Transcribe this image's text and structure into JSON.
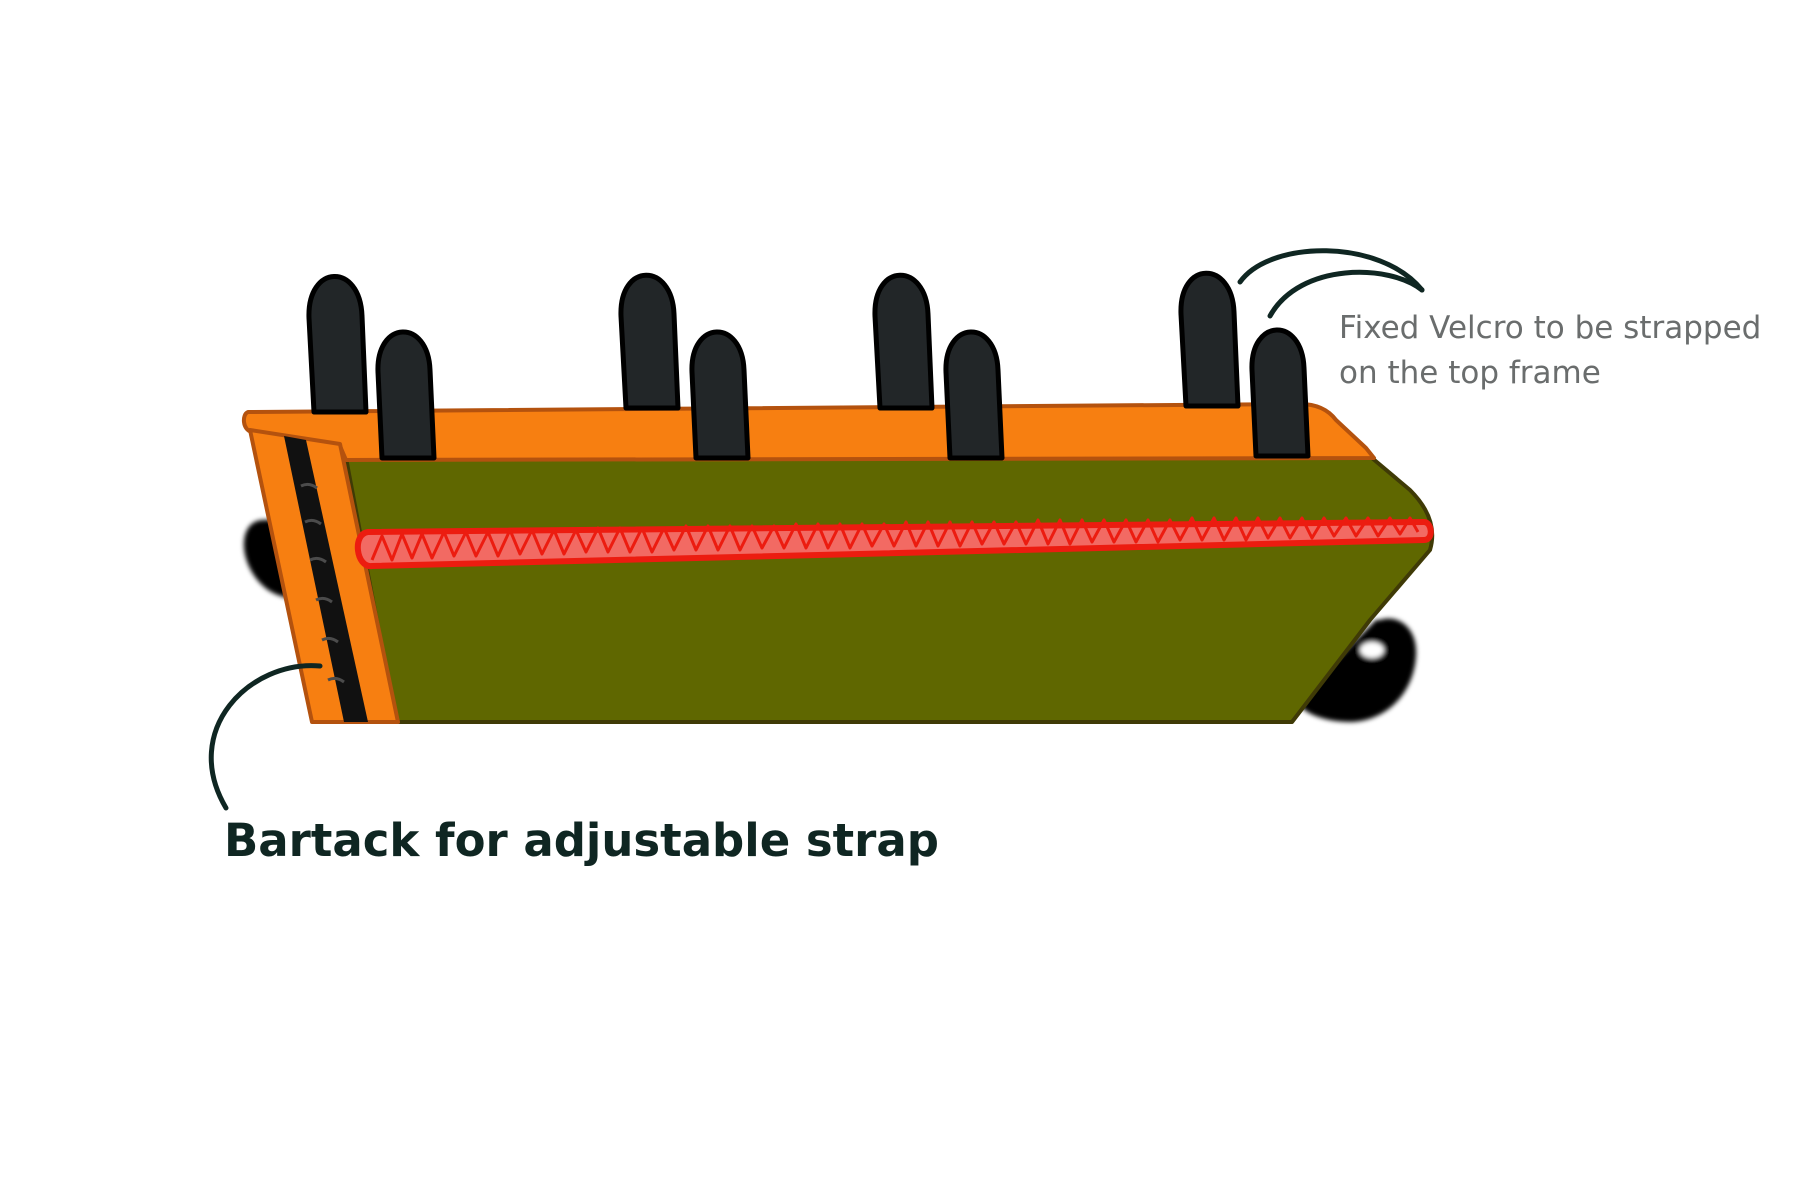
{
  "labels": {
    "velcro_line1": "Fixed Velcro to be strapped",
    "velcro_line2": "on the top frame",
    "bartack": "Bartack for adjustable strap"
  },
  "colors": {
    "frame_orange": "#f77f11",
    "frame_outline": "#b4520e",
    "bag_green": "#5f6700",
    "bag_outline": "#3f3a06",
    "zipper_red": "#ec1c10",
    "zipper_fill": "#f26a63",
    "tab_black": "#222628",
    "leader_line": "#0f2622"
  },
  "icons": [
    "velcro-tab-icon",
    "strap-loop-icon",
    "adjustable-strap-icon",
    "zipper-icon"
  ]
}
